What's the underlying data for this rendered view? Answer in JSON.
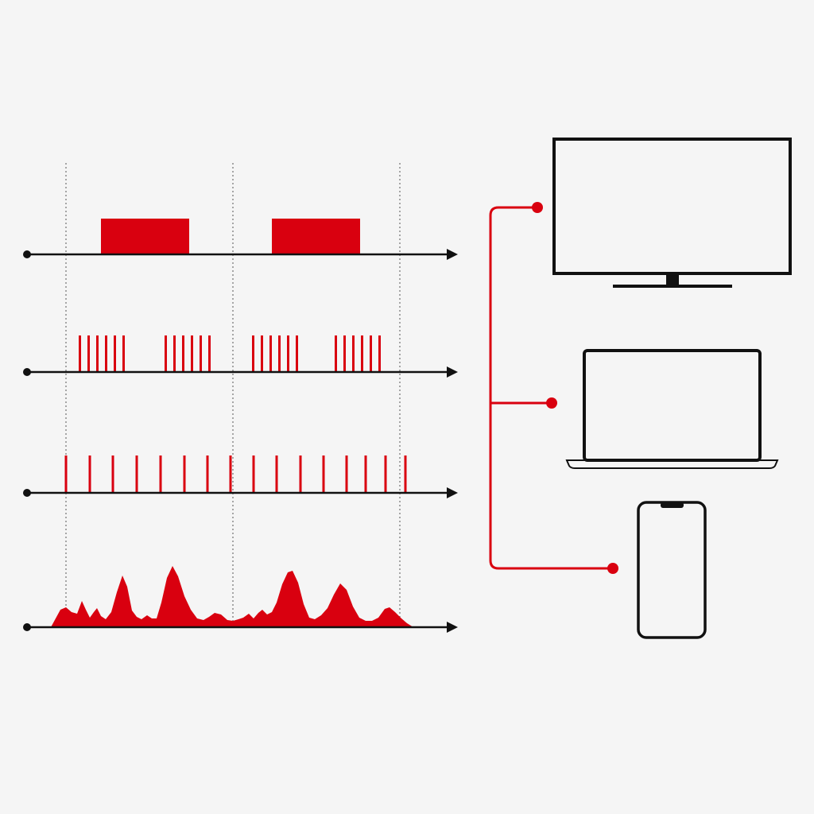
{
  "colors": {
    "background": "#f5f5f5",
    "accent": "#d9000f",
    "ink": "#111111",
    "guide": "#555555"
  },
  "signals": [
    {
      "id": "long-pulses",
      "kind": "blocks"
    },
    {
      "id": "pulse-bursts",
      "kind": "bursts"
    },
    {
      "id": "regular-spikes",
      "kind": "spikes"
    },
    {
      "id": "waveform",
      "kind": "area"
    }
  ],
  "devices": [
    {
      "id": "monitor",
      "icon": "monitor-icon"
    },
    {
      "id": "laptop",
      "icon": "laptop-icon"
    },
    {
      "id": "smartphone",
      "icon": "smartphone-icon"
    }
  ]
}
